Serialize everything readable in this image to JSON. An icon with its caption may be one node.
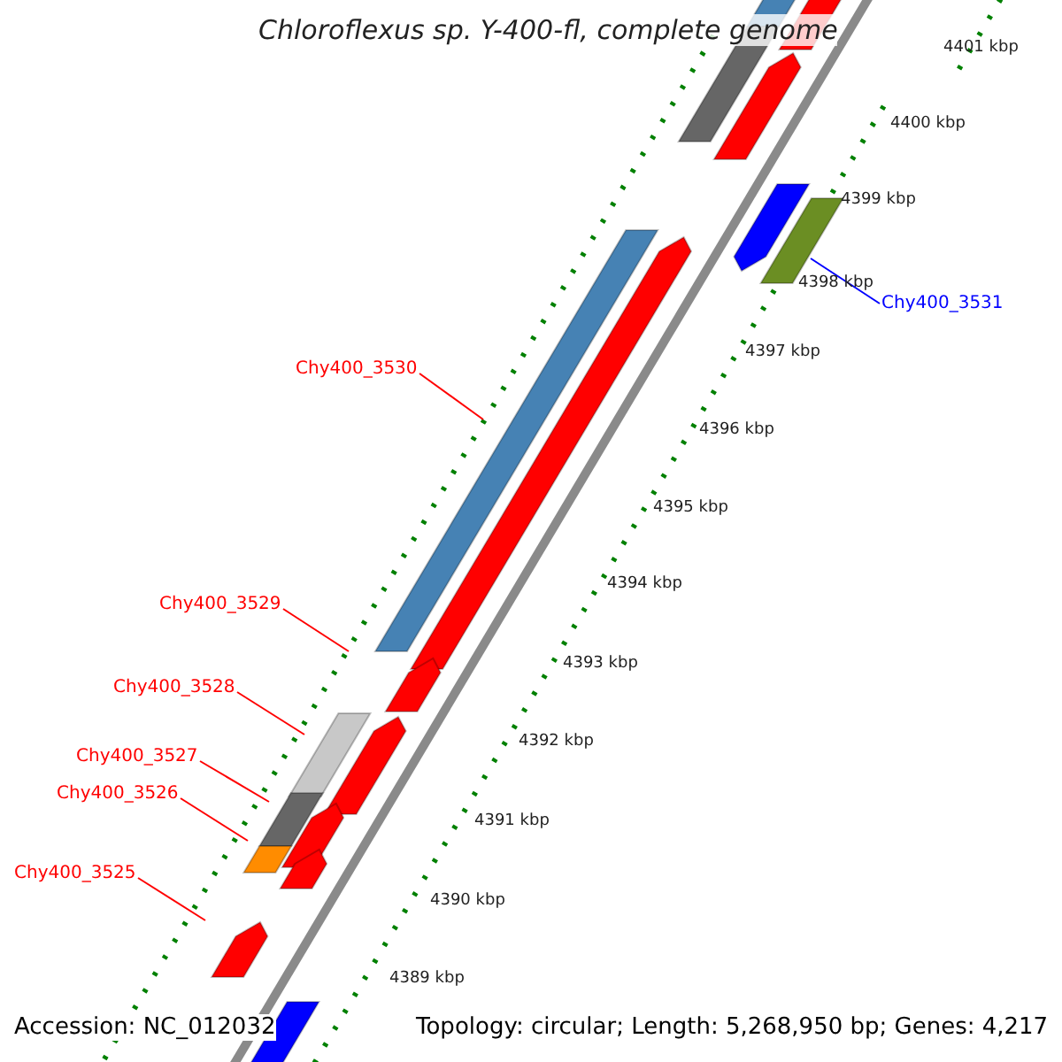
{
  "diagram": {
    "title": "Chloroflexus sp. Y-400-fl, complete genome",
    "nodes": [
      {
        "text": [
          "Chy400_3531"
        ]
      },
      {
        "text": [
          "Chy400_3530"
        ]
      },
      {
        "text": [
          "Chy400_3529"
        ]
      },
      {
        "text": [
          "Chy400_3528"
        ]
      },
      {
        "text": [
          "Chy400_3527"
        ]
      },
      {
        "text": [
          "Chy400_3526"
        ]
      },
      {
        "text": [
          "Chy400_3525"
        ]
      }
    ],
    "edges": [
      {
        "from": 0,
        "to": null,
        "arrow": "none",
        "color": "#0000ff"
      },
      {
        "from": 1,
        "to": null,
        "arrow": "none"
      },
      {
        "from": 2,
        "to": null,
        "arrow": "none"
      },
      {
        "from": 3,
        "to": null,
        "arrow": "none"
      },
      {
        "from": 4,
        "to": null,
        "arrow": "none"
      },
      {
        "from": 5,
        "to": null,
        "arrow": "none"
      },
      {
        "from": 6,
        "to": null,
        "arrow": "none"
      }
    ],
    "labels": [
      "4401 kbp",
      "4400 kbp",
      "4399 kbp",
      "4398 kbp",
      "4397 kbp",
      "4396 kbp",
      "4395 kbp",
      "4394 kbp",
      "4393 kbp",
      "4392 kbp",
      "4391 kbp",
      "4390 kbp",
      "4389 kbp",
      "Accession: NC_012032",
      "Topology: circular; Length: 5,268,950 bp; Genes: 4,217"
    ]
  }
}
